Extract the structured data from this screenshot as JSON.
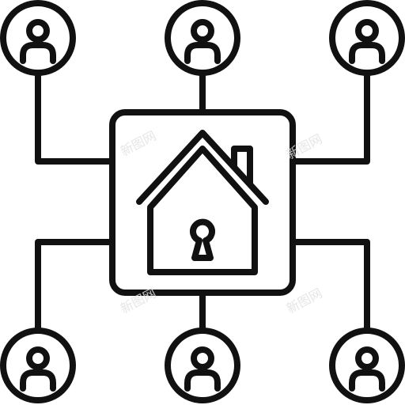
{
  "icon": {
    "name": "smart-home-network",
    "stroke_color": "#111111",
    "background_color": "#ffffff",
    "nodes": [
      {
        "name": "user-top-left"
      },
      {
        "name": "user-top-center"
      },
      {
        "name": "user-top-right"
      },
      {
        "name": "user-bottom-left"
      },
      {
        "name": "user-bottom-center"
      },
      {
        "name": "user-bottom-right"
      }
    ],
    "center": {
      "name": "house-with-keyhole"
    }
  },
  "watermark": {
    "text": "新图网",
    "color": "#e2e2e2"
  }
}
